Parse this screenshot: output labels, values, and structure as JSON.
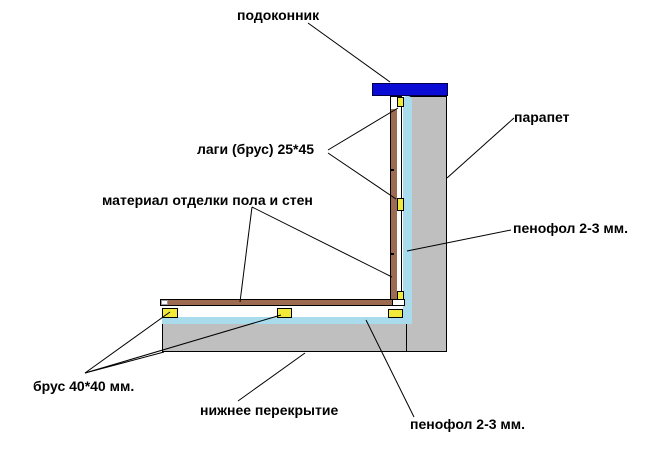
{
  "diagram": {
    "description": "Cross-section scheme of balcony parapet and floor insulation",
    "labels": {
      "windowsill": "подоконник",
      "parapet": "парапет",
      "joists": "лаги (брус) 25*45",
      "finishing": "материал отделки пола и стен",
      "penofol_wall": "пенофол 2-3 мм.",
      "timber": "брус 40*40 мм.",
      "lower_slab": "нижнее перекрытие",
      "penofol_floor": "пенофол 2-3 мм."
    },
    "colors": {
      "background": "#ffffff",
      "windowsill_blue": "#0b0bd6",
      "concrete_gray": "#bfbfbf",
      "penofol_cyan": "#a8dcec",
      "wood_brown": "#9c6b52",
      "timber_yellow": "#f2ea3b",
      "outline_black": "#000000",
      "text_black": "#000000"
    }
  }
}
